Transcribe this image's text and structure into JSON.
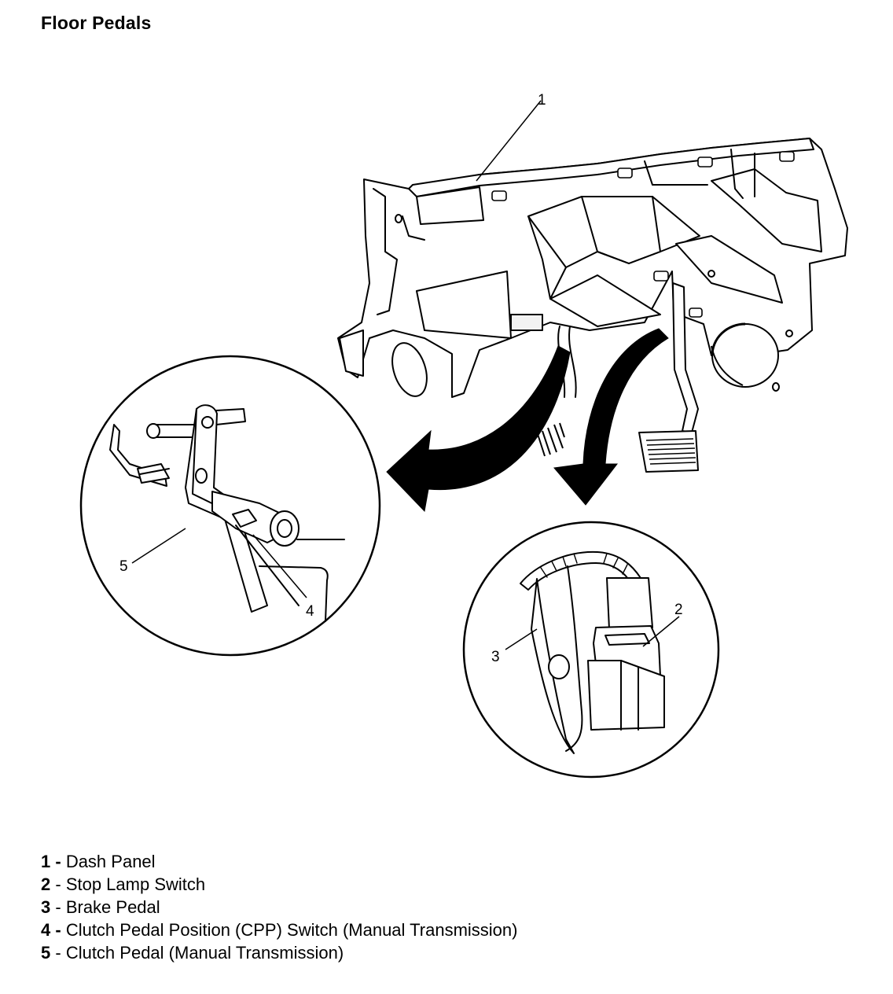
{
  "title": "Floor Pedals",
  "callouts": [
    "1",
    "2",
    "3",
    "4",
    "5"
  ],
  "legend": [
    {
      "num": "1",
      "sep": " - ",
      "text": "Dash Panel"
    },
    {
      "num": "2",
      "sep": " - ",
      "text": "Stop Lamp Switch"
    },
    {
      "num": "3",
      "sep": " - ",
      "text": "Brake Pedal"
    },
    {
      "num": "4",
      "sep": " - ",
      "text": "Clutch Pedal Position (CPP) Switch (Manual Transmission)"
    },
    {
      "num": "5",
      "sep": " - ",
      "text": "Clutch Pedal (Manual Transmission)"
    }
  ]
}
